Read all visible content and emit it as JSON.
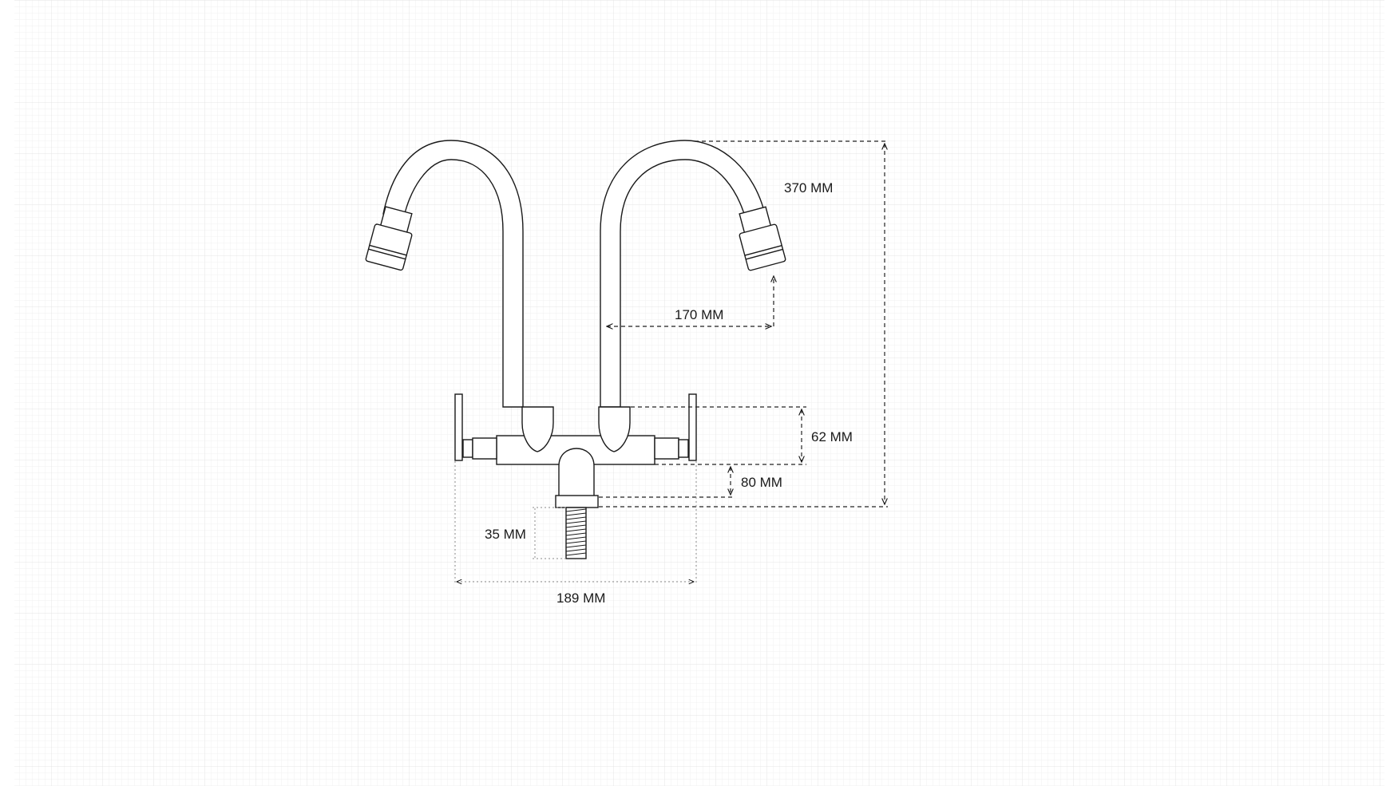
{
  "diagram": {
    "colors": {
      "background": "#ffffff",
      "grid": "#ececec",
      "ink": "#1a1a1a"
    },
    "dimensions": {
      "total_height": "370 MM",
      "spout_reach": "170 MM",
      "body_height": "62 MM",
      "body_to_base": "80 MM",
      "thread_length": "35 MM",
      "overall_width": "189 MM"
    }
  }
}
